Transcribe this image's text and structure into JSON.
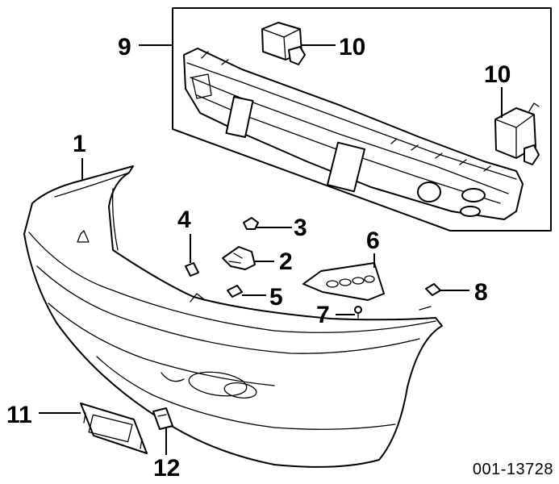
{
  "diagram": {
    "callouts": {
      "c1": "1",
      "c2": "2",
      "c3": "3",
      "c4": "4",
      "c5": "5",
      "c6": "6",
      "c7": "7",
      "c8": "8",
      "c9": "9",
      "c10a": "10",
      "c10b": "10",
      "c11": "11",
      "c12": "12"
    },
    "document_number": "001-13728"
  }
}
